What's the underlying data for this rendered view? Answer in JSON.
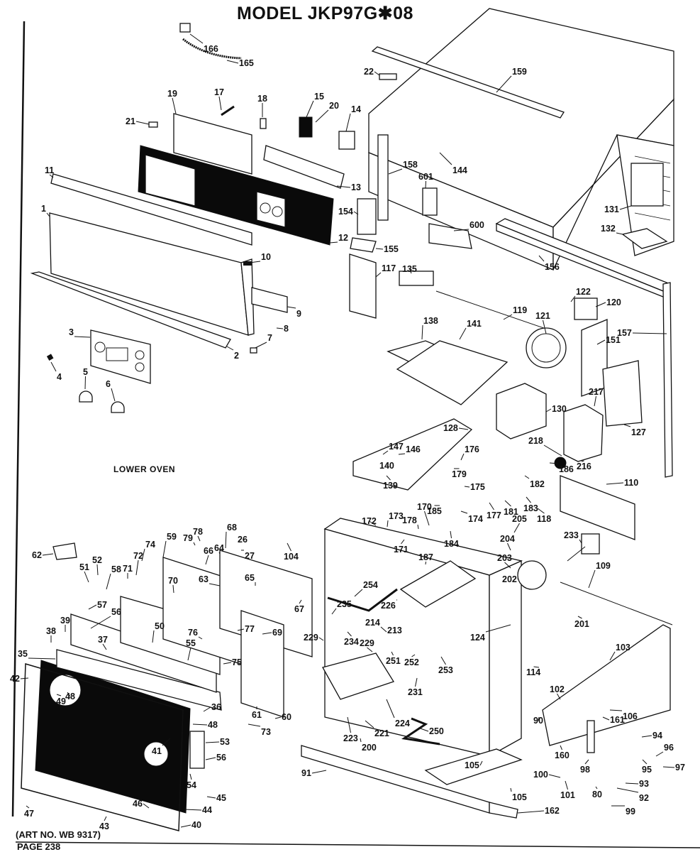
{
  "header": {
    "title": "MODEL JKP97G✱08"
  },
  "section_label": "LOWER OVEN",
  "footer": {
    "art_number": "(ART NO. WB 9317)",
    "page": "PAGE 238"
  },
  "callouts": {
    "p1": "1",
    "p2": "2",
    "p3": "3",
    "p4": "4",
    "p5": "5",
    "p6": "6",
    "p7": "7",
    "p8": "8",
    "p9": "9",
    "p10": "10",
    "p11": "11",
    "p12": "12",
    "p13": "13",
    "p14": "14",
    "p15": "15",
    "p17": "17",
    "p18": "18",
    "p19": "19",
    "p20": "20",
    "p21": "21",
    "p22": "22",
    "p26": "26",
    "p27": "27",
    "p35": "35",
    "p36": "36",
    "p37": "37",
    "p38": "38",
    "p39": "39",
    "p40": "40",
    "p41": "41",
    "p42": "42",
    "p43": "43",
    "p44": "44",
    "p45": "45",
    "p46": "46",
    "p47": "47",
    "p48a": "48",
    "p48b": "48",
    "p49": "49",
    "p50": "50",
    "p51": "51",
    "p52": "52",
    "p53": "53",
    "p54": "54",
    "p55": "55",
    "p56a": "56",
    "p56b": "56",
    "p57": "57",
    "p58": "58",
    "p59": "59",
    "p60": "60",
    "p61": "61",
    "p62": "62",
    "p63": "63",
    "p64": "64",
    "p65": "65",
    "p66": "66",
    "p67": "67",
    "p68": "68",
    "p69": "69",
    "p70": "70",
    "p71": "71",
    "p72": "72",
    "p73": "73",
    "p74": "74",
    "p75": "75",
    "p76": "76",
    "p77": "77",
    "p78": "78",
    "p79": "79",
    "p80": "80",
    "p90": "90",
    "p91": "91",
    "p92": "92",
    "p93": "93",
    "p94": "94",
    "p95": "95",
    "p96": "96",
    "p97": "97",
    "p98": "98",
    "p99": "99",
    "p100": "100",
    "p101": "101",
    "p102": "102",
    "p103": "103",
    "p104": "104",
    "p105a": "105",
    "p105b": "105",
    "p106": "106",
    "p109": "109",
    "p110": "110",
    "p114": "114",
    "p117": "117",
    "p118": "118",
    "p119": "119",
    "p120": "120",
    "p121": "121",
    "p122": "122",
    "p124": "124",
    "p127": "127",
    "p128": "128",
    "p130": "130",
    "p131": "131",
    "p132": "132",
    "p135": "135",
    "p138": "138",
    "p139": "139",
    "p140": "140",
    "p141": "141",
    "p144": "144",
    "p146": "146",
    "p147": "147",
    "p151": "151",
    "p154": "154",
    "p155": "155",
    "p156": "156",
    "p157": "157",
    "p158": "158",
    "p159": "159",
    "p160": "160",
    "p161": "161",
    "p162": "162",
    "p165": "165",
    "p166": "166",
    "p170": "170",
    "p171": "171",
    "p172": "172",
    "p173": "173",
    "p174": "174",
    "p175": "175",
    "p176": "176",
    "p177": "177",
    "p178": "178",
    "p179": "179",
    "p181": "181",
    "p182": "182",
    "p183": "183",
    "p184": "184",
    "p185": "185",
    "p186": "186",
    "p187": "187",
    "p200": "200",
    "p201": "201",
    "p202": "202",
    "p203": "203",
    "p204": "204",
    "p205": "205",
    "p213": "213",
    "p214": "214",
    "p216": "216",
    "p217": "217",
    "p218": "218",
    "p221": "221",
    "p223": "223",
    "p224": "224",
    "p226": "226",
    "p229a": "229",
    "p229b": "229",
    "p231": "231",
    "p233": "233",
    "p234": "234",
    "p235": "235",
    "p250": "250",
    "p251": "251",
    "p252": "252",
    "p253": "253",
    "p254": "254",
    "p600": "600",
    "p601": "601"
  }
}
